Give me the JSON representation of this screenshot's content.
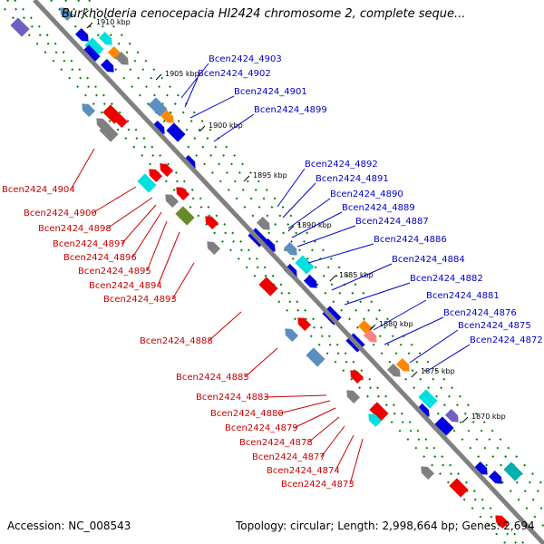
{
  "title": "Burkholderia cenocepacia HI2424 chromosome 2, complete seque...",
  "footer": {
    "accession": "Accession: NC_008543",
    "topology": "Topology: circular; Length: 2,998,664 bp; Genes: 2,694"
  },
  "colors": {
    "backbone": "#808080",
    "forward_label": "#0000cc",
    "reverse_label": "#cc0000",
    "gene_blue": "#0000e0",
    "gene_red": "#ee0000",
    "gene_cyan": "#00e0e0",
    "gene_orange": "#ff8800",
    "gene_steelblue": "#5a8fc0",
    "gene_gray": "#808080",
    "gene_olive": "#6a8a2a",
    "gene_purple": "#7060c0",
    "gene_teal": "#00b0b0",
    "gene_salmon": "#ff8080",
    "dots_green": "#008000"
  },
  "scale_ticks": [
    "1910 kbp",
    "1905 kbp",
    "1900 kbp",
    "1895 kbp",
    "1890 kbp",
    "1885 kbp",
    "1880 kbp",
    "1875 kbp",
    "1870 kbp"
  ],
  "forward_labels": [
    "Bcen2424_4903",
    "Bcen2424_4902",
    "Bcen2424_4901",
    "Bcen2424_4899",
    "Bcen2424_4892",
    "Bcen2424_4891",
    "Bcen2424_4890",
    "Bcen2424_4889",
    "Bcen2424_4887",
    "Bcen2424_4886",
    "Bcen2424_4884",
    "Bcen2424_4882",
    "Bcen2424_4881",
    "Bcen2424_4876",
    "Bcen2424_4875",
    "Bcen2424_4872"
  ],
  "reverse_labels": [
    "Bcen2424_4904",
    "Bcen2424_4900",
    "Bcen2424_4898",
    "Bcen2424_4897",
    "Bcen2424_4896",
    "Bcen2424_4895",
    "Bcen2424_4894",
    "Bcen2424_4893",
    "Bcen2424_4888",
    "Bcen2424_4885",
    "Bcen2424_4883",
    "Bcen2424_4880",
    "Bcen2424_4879",
    "Bcen2424_4878",
    "Bcen2424_4877",
    "Bcen2424_4874",
    "Bcen2424_4873"
  ]
}
